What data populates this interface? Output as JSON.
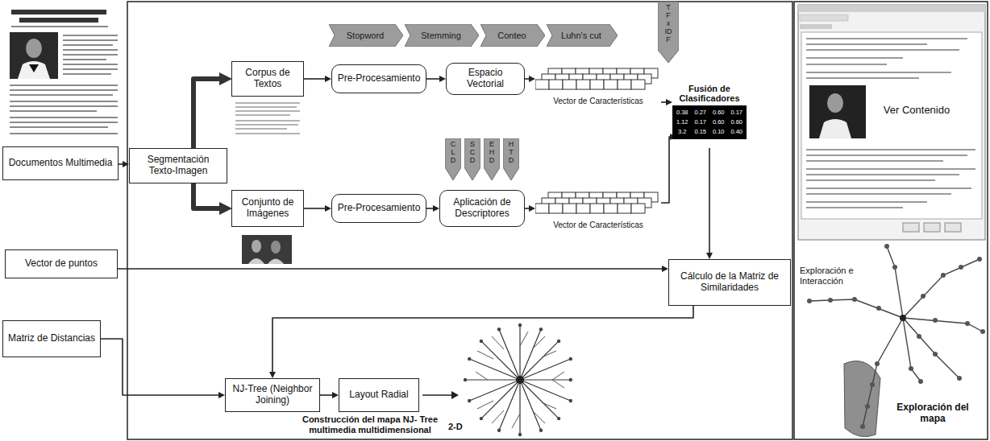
{
  "diagram": {
    "nodes": [
      {
        "text": [
          "Documentos Multimedia"
        ]
      },
      {
        "text": [
          "Segmentación Texto-Imagen"
        ]
      },
      {
        "text": [
          "Stopword"
        ]
      },
      {
        "text": [
          "Stemming"
        ]
      },
      {
        "text": [
          "Conteo"
        ]
      },
      {
        "text": [
          "Luhn's cut"
        ]
      },
      {
        "text": [
          "TF x IDF"
        ]
      },
      {
        "text": [
          "Corpus de Textos"
        ]
      },
      {
        "text": [
          "Pre-Procesamiento"
        ]
      },
      {
        "text": [
          "Espacio Vectorial"
        ]
      },
      {
        "text": [
          "Vector de Características"
        ]
      },
      {
        "text": [
          "Fusión de Clasificadores",
          "0.38",
          "0.27",
          "0.60",
          "0.17",
          "1.12",
          "0.17",
          "0.60",
          "0.60",
          "3.2",
          "0.15",
          "0.10",
          "0.40"
        ]
      },
      {
        "text": [
          "CLD"
        ]
      },
      {
        "text": [
          "SCD"
        ]
      },
      {
        "text": [
          "EHD"
        ]
      },
      {
        "text": [
          "HTD"
        ]
      },
      {
        "text": [
          "Conjunto de Imágenes"
        ]
      },
      {
        "text": [
          "Pre-Procesamiento"
        ]
      },
      {
        "text": [
          "Aplicación de Descriptores"
        ]
      },
      {
        "text": [
          "Vector de Características"
        ]
      },
      {
        "text": [
          "Vector de puntos"
        ]
      },
      {
        "text": [
          "Cálculo de la Matriz de Similaridades"
        ]
      },
      {
        "text": [
          "Matriz de Distancias"
        ]
      },
      {
        "text": [
          "NJ-Tree (Neighbor Joining)"
        ]
      },
      {
        "text": [
          "Layout Radial"
        ]
      }
    ],
    "edges": [
      {
        "from": 0,
        "to": 1,
        "arrow": "to"
      },
      {
        "from": 1,
        "to": 7,
        "arrow": "to"
      },
      {
        "from": 1,
        "to": 16,
        "arrow": "to"
      },
      {
        "from": 7,
        "to": 8,
        "arrow": "to"
      },
      {
        "from": 8,
        "to": 9,
        "arrow": "to"
      },
      {
        "from": 9,
        "to": 10,
        "arrow": "to"
      },
      {
        "from": 10,
        "to": 11,
        "arrow": "to"
      },
      {
        "from": 16,
        "to": 17,
        "arrow": "to"
      },
      {
        "from": 17,
        "to": 18,
        "arrow": "to"
      },
      {
        "from": 18,
        "to": 19,
        "arrow": "to"
      },
      {
        "from": 19,
        "to": 11,
        "arrow": "to"
      },
      {
        "from": 11,
        "to": 21,
        "arrow": "to"
      },
      {
        "from": 20,
        "to": 21,
        "arrow": "to"
      },
      {
        "from": 21,
        "to": 23,
        "arrow": "to"
      },
      {
        "from": 22,
        "to": 23,
        "arrow": "to"
      },
      {
        "from": 23,
        "to": 24,
        "arrow": "to"
      }
    ],
    "labels": [
      "Construcción del mapa NJ- Tree multimedia multidimensional",
      "2-D",
      "Ver Contenido",
      "Exploración e Interacción",
      "Exploración del mapa"
    ]
  }
}
